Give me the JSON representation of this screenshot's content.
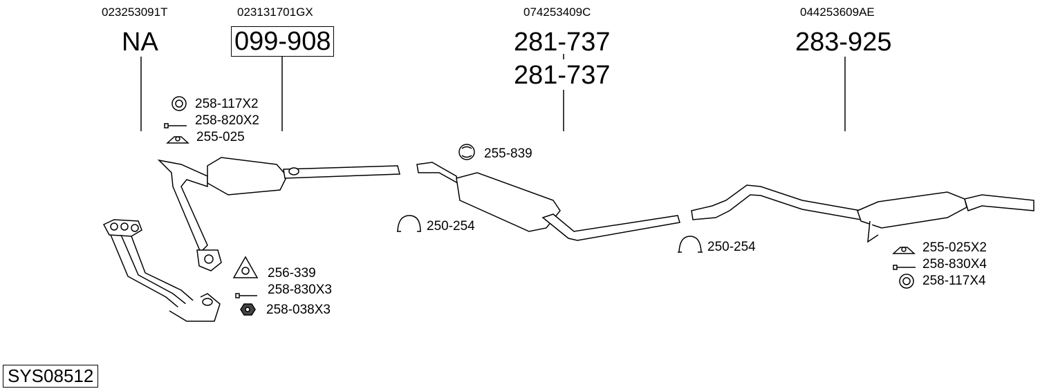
{
  "oem_numbers": [
    "023253091T",
    "023131701GX",
    "074253409C",
    "044253609AE"
  ],
  "section_parts": {
    "front_pipe": "NA",
    "catalyst": "099-908",
    "middle_silencer_1": "281-737",
    "middle_silencer_2": "281-737",
    "rear_silencer": "283-925"
  },
  "accessories": {
    "cat_ring": "258-117X2",
    "cat_bolt": "258-820X2",
    "cat_hanger": "255-025",
    "front_gasket": "256-339",
    "front_bolt": "258-830X3",
    "front_nut": "258-038X3",
    "mid_rubber": "255-839",
    "mid_clamp": "250-254",
    "rear_clamp": "250-254",
    "rear_hanger": "255-025X2",
    "rear_bolt": "258-830X4",
    "rear_ring": "258-117X4"
  },
  "system_code": "SYS08512"
}
